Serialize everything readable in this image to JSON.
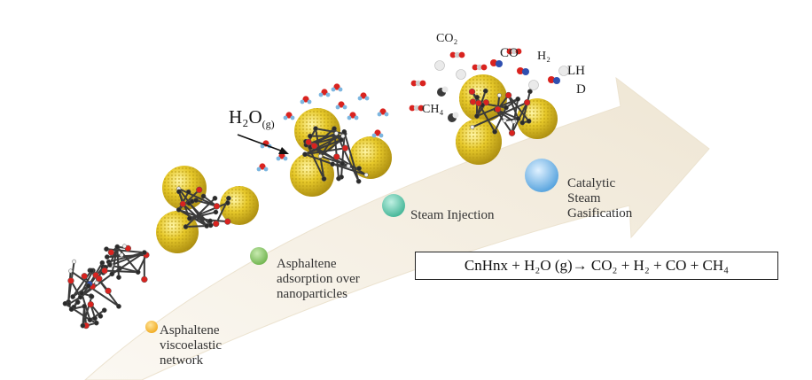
{
  "stages": [
    {
      "label_lines": [
        "Asphaltene",
        "viscoelastic",
        "network"
      ],
      "color": "#f2b63c"
    },
    {
      "label_lines": [
        "Asphaltene",
        "adsorption over",
        "nanoparticles"
      ],
      "color": "#8cc56b"
    },
    {
      "label_lines": [
        "Steam Injection"
      ],
      "color": "#6cc7b1"
    },
    {
      "label_lines": [
        "Catalytic",
        "Steam",
        "Gasification"
      ],
      "color": "#7fb8e6"
    }
  ],
  "water_label": {
    "main": "H₂O",
    "sub": "(g)"
  },
  "gases": {
    "co2": "CO₂",
    "co": "CO",
    "h2": "H₂",
    "lhd_1": "LH",
    "lhd_2": "D",
    "ch4": "CH₄"
  },
  "equation": "CnHnx + H₂O (g)→ CO₂ + H₂ + CO + CH₄",
  "colors": {
    "nanoparticle": "#e0c22a",
    "arrow_fill": "#f6f1e6",
    "oxygen": "#d9231f",
    "hydrogen": "#f2f2f2",
    "carbon": "#2b2b2b",
    "nitrogen": "#2f4fb0",
    "water_h": "#7cb6e0"
  }
}
